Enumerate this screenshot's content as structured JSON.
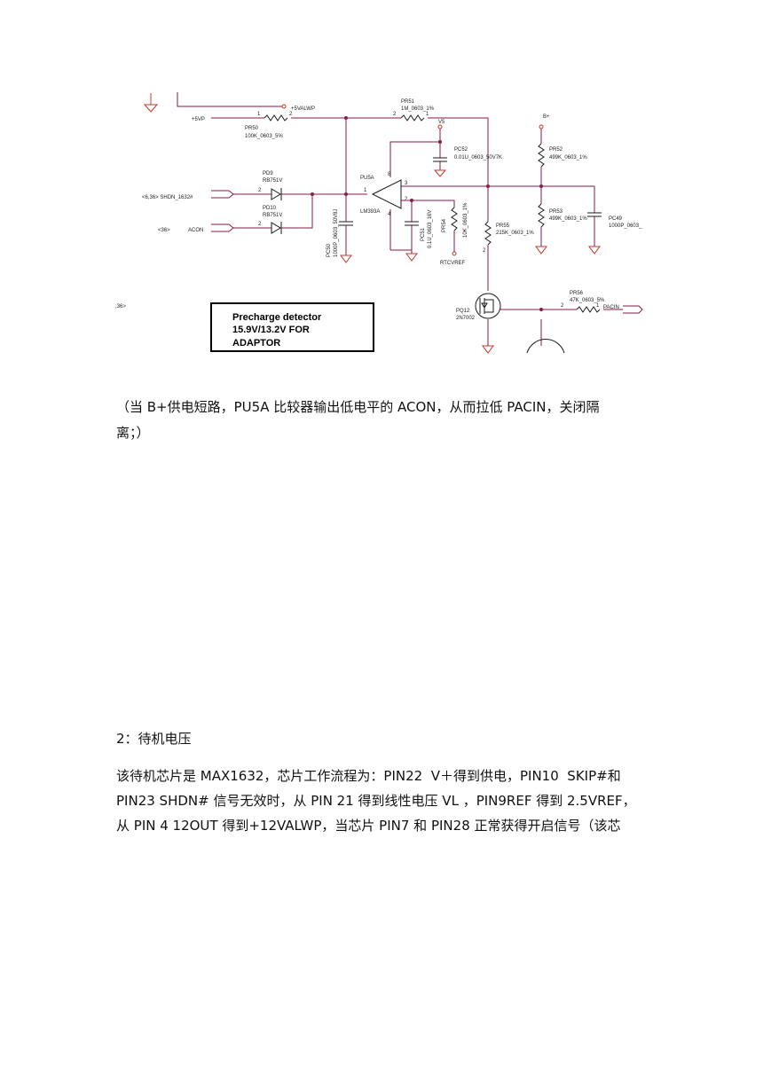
{
  "schematic": {
    "nets": {
      "vp5": "+5VP",
      "valwp": "+5VALWP",
      "v5": "V5",
      "bplus": "B+",
      "shdn": "<6,36>  SHDN_1632#",
      "acon_ref": "<36>",
      "acon": "ACON",
      "pacin": "PACIN",
      "rtcvref": "RTCVREF",
      "left_ref": ",36>"
    },
    "parts": {
      "pr50": "PR50",
      "pr50_val": "100K_0603_5%",
      "pr51": "PR51",
      "pr51_val": "1M_0603_1%",
      "pc52": "PC52",
      "pc52_val": "0.01U_0603_50V7K",
      "pr52": "PR52",
      "pr52_val": "499K_0603_1%",
      "pd9": "PD9",
      "pd9_val": "RB751V",
      "pd10": "PD10",
      "pd10_val": "RB751V",
      "pu5a": "PU5A",
      "pu5a_val": "LM393A",
      "pc50": "PC50",
      "pc50_val": "1000P_0603_50V8J",
      "pc51": "PC51",
      "pc51_val": "0.1U_0603_16V",
      "pr54": "PR54",
      "pr54_val": "10K_0603_1%",
      "pr55": "PR55",
      "pr55_val": "215K_0603_1%",
      "pr53": "PR53",
      "pr53_val": "499K_0603_1%",
      "pc49": "PC49",
      "pc49_val": "1000P_0603_",
      "pr56": "PR56",
      "pr56_val": "47K_0603_5%",
      "pq12": "PQ12",
      "pq12_val": "2N7002"
    },
    "pins": {
      "p1": "1",
      "p2": "2",
      "p3": "3",
      "p4": "4",
      "p8": "8"
    },
    "note": {
      "line1": "Precharge detector",
      "line2": "15.9V/13.2V FOR",
      "line3": "ADAPTOR"
    }
  },
  "text": {
    "caption_line1": "（当 B+供电短路，PU5A 比较器输出低电平的 ACON，从而拉低 PACIN，关闭隔",
    "caption_line2": "离；）",
    "section_title": "2：待机电压",
    "para_line1": "该待机芯片是 MAX1632，芯片工作流程为：PIN22  V＋得到供电，PIN10  SKIP#和",
    "para_line2": "PIN23 SHDN# 信号无效时，从 PIN 21 得到线性电压 VL ，PIN9REF 得到 2.5VREF，",
    "para_line3": "从 PIN 4 12OUT 得到+12VALWP，当芯片 PIN7 和 PIN28 正常获得开启信号（该芯"
  }
}
